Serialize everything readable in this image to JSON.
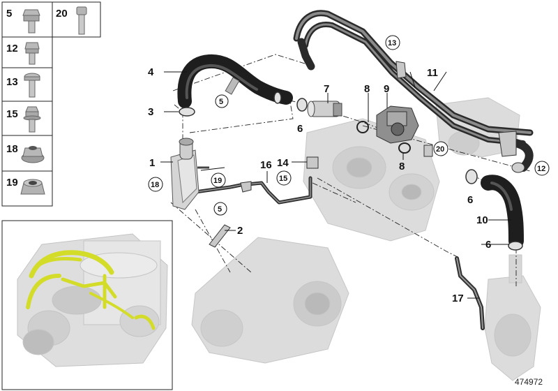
{
  "diagram": {
    "reference_id": "474972",
    "fastener_table": [
      {
        "number": "5",
        "icon": "hex-bolt-icon"
      },
      {
        "number": "20",
        "icon": "socket-screw-icon"
      },
      {
        "number": "12",
        "icon": "hex-bolt-icon"
      },
      {
        "number": "13",
        "icon": "torx-screw-icon"
      },
      {
        "number": "15",
        "icon": "collar-bolt-icon"
      },
      {
        "number": "18",
        "icon": "flange-nut-icon"
      },
      {
        "number": "19",
        "icon": "hex-nut-icon"
      }
    ],
    "callouts": [
      {
        "id": "4",
        "label": "4"
      },
      {
        "id": "3",
        "label": "3"
      },
      {
        "id": "1",
        "label": "1"
      },
      {
        "id": "2",
        "label": "2"
      },
      {
        "id": "5a",
        "label": "5"
      },
      {
        "id": "5b",
        "label": "5"
      },
      {
        "id": "6a",
        "label": "6"
      },
      {
        "id": "6b",
        "label": "6"
      },
      {
        "id": "6c",
        "label": "6"
      },
      {
        "id": "7",
        "label": "7"
      },
      {
        "id": "8a",
        "label": "8"
      },
      {
        "id": "8b",
        "label": "8"
      },
      {
        "id": "9",
        "label": "9"
      },
      {
        "id": "10",
        "label": "10"
      },
      {
        "id": "11",
        "label": "11"
      },
      {
        "id": "12",
        "label": "12"
      },
      {
        "id": "13",
        "label": "13"
      },
      {
        "id": "14",
        "label": "14"
      },
      {
        "id": "15",
        "label": "15"
      },
      {
        "id": "16",
        "label": "16"
      },
      {
        "id": "17",
        "label": "17"
      },
      {
        "id": "18",
        "label": "18"
      },
      {
        "id": "19",
        "label": "19"
      },
      {
        "id": "20",
        "label": "20"
      }
    ],
    "colors": {
      "line": "#111111",
      "hose": "#2a2a2a",
      "ghost_part": "#c9c9c9",
      "highlight": "#d4dc2a"
    }
  }
}
